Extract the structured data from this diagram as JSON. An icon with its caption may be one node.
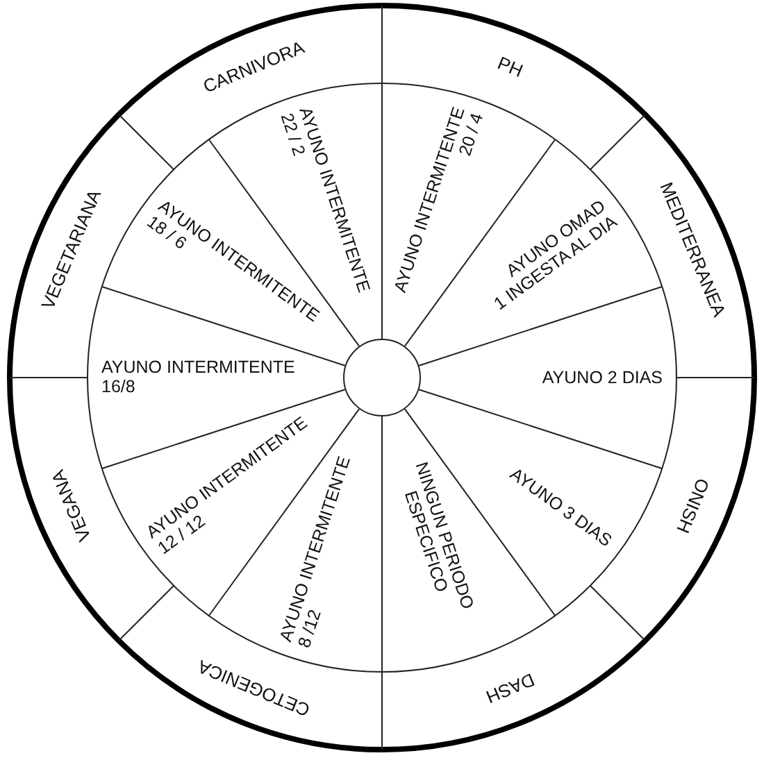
{
  "diagram": {
    "nodes": [
      {
        "text": [
          "CARNIVORA"
        ]
      },
      {
        "text": [
          "PH"
        ]
      },
      {
        "text": [
          "MEDITERRANEA"
        ]
      },
      {
        "text": [
          "ONISH"
        ]
      },
      {
        "text": [
          "DASH"
        ]
      },
      {
        "text": [
          "CETOGENICA"
        ]
      },
      {
        "text": [
          "VEGANA"
        ]
      },
      {
        "text": [
          "VEGETARIANA"
        ]
      },
      {
        "text": [
          "AYUNO INTERMITENTE",
          "22 / 2"
        ]
      },
      {
        "text": [
          "AYUNO INTERMITENTE",
          "20 / 4"
        ]
      },
      {
        "text": [
          "AYUNO OMAD",
          "1 INGESTA AL DIA"
        ]
      },
      {
        "text": [
          "AYUNO 2 DIAS"
        ]
      },
      {
        "text": [
          "AYUNO 3 DIAS"
        ]
      },
      {
        "text": [
          "NINGUN PERIODO ESPECIFICO"
        ]
      },
      {
        "text": [
          "AYUNO INTERMITENTE",
          "8 /12"
        ]
      },
      {
        "text": [
          "AYUNO INTERMITENTE",
          "12 / 12"
        ]
      },
      {
        "text": [
          "AYUNO INTERMITENTE",
          "16/8"
        ]
      },
      {
        "text": [
          "AYUNO INTERMITENTE",
          "18 / 6"
        ]
      },
      {
        "text": [],
        "shape": "circle"
      }
    ]
  }
}
